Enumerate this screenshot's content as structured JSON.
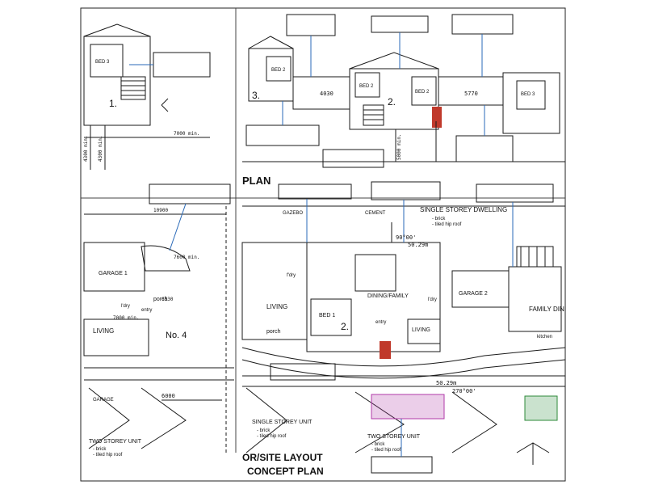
{
  "colors": {
    "ink": "#1a1a1a",
    "leader": "#2a6ab8",
    "accent_green": "#2d8a3a",
    "accent_red": "#c0392b",
    "accent_magenta": "#b03aa8",
    "paper": "#ffffff"
  },
  "upper_plan": {
    "title": "PLAN",
    "rooms": [
      "BED 3",
      "BED 2",
      "BED 2",
      "BED 2",
      "BED 3"
    ],
    "unit_numbers": [
      "1.",
      "3.",
      "2."
    ],
    "dimensions": [
      "7000 min.",
      "4300 min.",
      "4300 min.",
      "4030",
      "5770",
      "5000 min."
    ]
  },
  "lower_plan": {
    "title_line1": "OR/SITE LAYOUT",
    "title_line2": "CONCEPT PLAN",
    "rooms": [
      "GARAGE 1",
      "LIVING",
      "LIVING",
      "BED 1",
      "DINING/FAMILY",
      "LIVING",
      "GARAGE 2",
      "FAMILY",
      "DINI"
    ],
    "labels": [
      "porch",
      "porch",
      "entry",
      "entry",
      "f'dry",
      "l'dry",
      "l'dry",
      "kitchen",
      "GAZEBO",
      "CEMENT",
      "No. 4",
      "2."
    ],
    "dimensions": [
      "10900",
      "7600 min.",
      "6530",
      "7000 min.",
      "6000",
      "50.29m",
      "50.29m",
      "90°00'",
      "270°00'"
    ],
    "notes": {
      "dwelling_single": "SINGLE STOREY DWELLING",
      "dwelling_single_spec": "- brick\n- tiled hip roof",
      "unit_single": "SINGLE STOREY UNIT",
      "unit_single_spec": "- brick\n- tiled hip roof",
      "unit_two_left": "TWO STOREY UNIT",
      "unit_two_left_spec": "- brick\n- tiled hip roof",
      "unit_two_right": "TWO STOREY UNIT",
      "unit_two_right_spec": "- brick\n- tiled hip roof",
      "garage": "GARAGE"
    }
  }
}
